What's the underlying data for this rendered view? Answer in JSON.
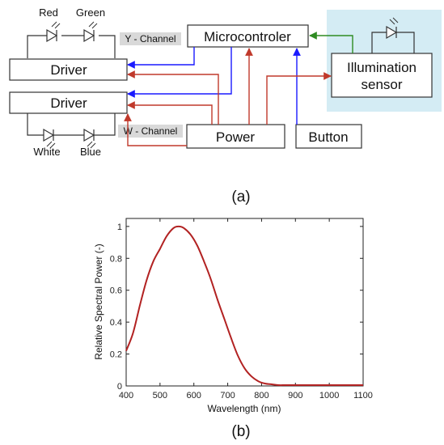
{
  "panel_a": {
    "caption": "(a)",
    "blocks": {
      "microcontroller": "Microcontroler",
      "driver_top": "Driver",
      "driver_bottom": "Driver",
      "power": "Power",
      "button": "Button",
      "sensor_line1": "Illumination",
      "sensor_line2": "sensor"
    },
    "channels": {
      "y": "Y - Channel",
      "w": "W - Channel"
    },
    "leds": [
      "Red",
      "Green",
      "White",
      "Blue"
    ],
    "colors": {
      "control_arrow": "#1a1aff",
      "power_arrow": "#c0392b",
      "sensor_arrow": "#2e8b22",
      "sensor_bg": "#d4ecf4",
      "channel_bg": "#d9d9d9"
    }
  },
  "panel_b": {
    "caption": "(b)",
    "chart_data": {
      "type": "line",
      "xlabel": "Wavelength (nm)",
      "ylabel": "Relative Spectral Power (-)",
      "xlim": [
        400,
        1100
      ],
      "ylim": [
        0,
        1.05
      ],
      "xticks": [
        400,
        500,
        600,
        700,
        800,
        900,
        1000,
        1100
      ],
      "yticks": [
        0,
        0.2,
        0.4,
        0.6,
        0.8,
        1
      ],
      "ytick_labels": [
        "0",
        "0.2",
        "0.4",
        "0.6",
        "0.8",
        "1"
      ],
      "line_color": "#b22222",
      "x": [
        400,
        420,
        440,
        460,
        480,
        500,
        520,
        540,
        555,
        570,
        590,
        610,
        630,
        650,
        670,
        690,
        710,
        730,
        750,
        770,
        790,
        810,
        830,
        850,
        870,
        900,
        950,
        1000,
        1050,
        1100
      ],
      "y": [
        0.22,
        0.33,
        0.5,
        0.66,
        0.78,
        0.86,
        0.94,
        0.99,
        1.0,
        0.99,
        0.95,
        0.88,
        0.78,
        0.67,
        0.54,
        0.42,
        0.3,
        0.19,
        0.11,
        0.06,
        0.03,
        0.015,
        0.01,
        0.005,
        0.005,
        0.005,
        0.005,
        0.005,
        0.005,
        0.005
      ]
    }
  }
}
